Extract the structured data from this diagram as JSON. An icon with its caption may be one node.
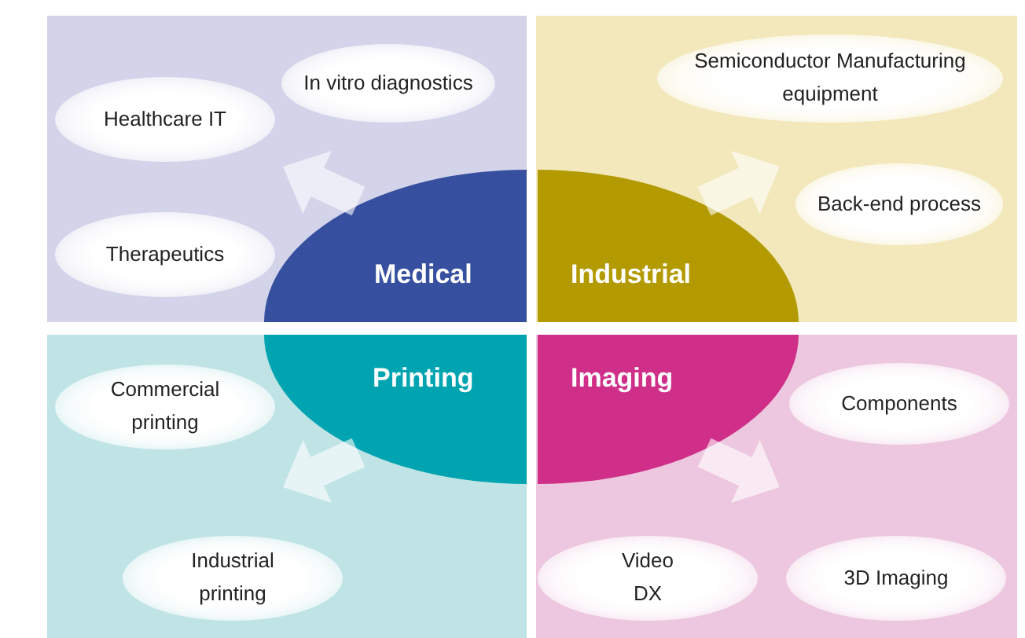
{
  "diagram": {
    "nodes": [
      {
        "text": [],
        "shape": "box"
      },
      {
        "text": [
          "Healthcare IT"
        ],
        "in": 0
      },
      {
        "text": [
          "In vitro diagnostics"
        ],
        "in": 0
      },
      {
        "text": [
          "Therapeutics"
        ],
        "in": 0
      },
      {
        "text": [],
        "shape": "box"
      },
      {
        "text": [
          "Semiconductor Manufacturing equipment"
        ],
        "in": 4
      },
      {
        "text": [
          "Back-end process"
        ],
        "in": 4
      },
      {
        "text": [],
        "shape": "box"
      },
      {
        "text": [
          "Commercial printing"
        ],
        "in": 7
      },
      {
        "text": [
          "Industrial printing"
        ],
        "in": 7
      },
      {
        "text": [],
        "shape": "box"
      },
      {
        "text": [
          "Components"
        ],
        "in": 10
      },
      {
        "text": [
          "Video DX"
        ],
        "in": 10
      },
      {
        "text": [
          "3D Imaging"
        ],
        "in": 10
      },
      {
        "text": [
          "Medical"
        ],
        "in": 0
      },
      {
        "text": [
          "Industrial"
        ],
        "in": 4
      },
      {
        "text": [
          "Printing"
        ],
        "in": 7
      },
      {
        "text": [
          "Imaging"
        ],
        "in": 10
      }
    ],
    "edges": [
      {
        "from": 14,
        "to": null,
        "arrow": "to"
      },
      {
        "from": 15,
        "to": null,
        "arrow": "to"
      },
      {
        "from": 16,
        "to": null,
        "arrow": "to"
      },
      {
        "from": 17,
        "to": null,
        "arrow": "to"
      }
    ]
  }
}
